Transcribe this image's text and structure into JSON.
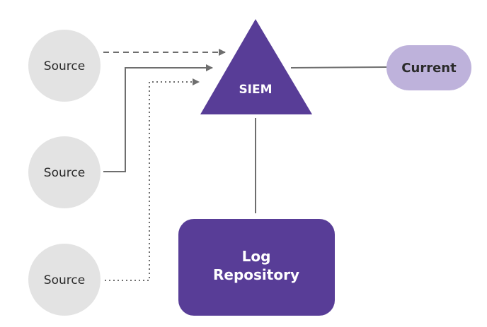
{
  "sources": [
    {
      "label": "Source",
      "link_style": "dashed"
    },
    {
      "label": "Source",
      "link_style": "solid"
    },
    {
      "label": "Source",
      "link_style": "dotted"
    }
  ],
  "siem": {
    "label": "SIEM"
  },
  "log_repository": {
    "line1": "Log",
    "line2": "Repository"
  },
  "current": {
    "label": "Current"
  },
  "colors": {
    "source_fill": "#e3e3e3",
    "purple": "#583d97",
    "current_fill": "#beb2db",
    "arrow": "#6e6e6e",
    "text_dark": "#2b2b2b",
    "text_light": "#ffffff"
  }
}
